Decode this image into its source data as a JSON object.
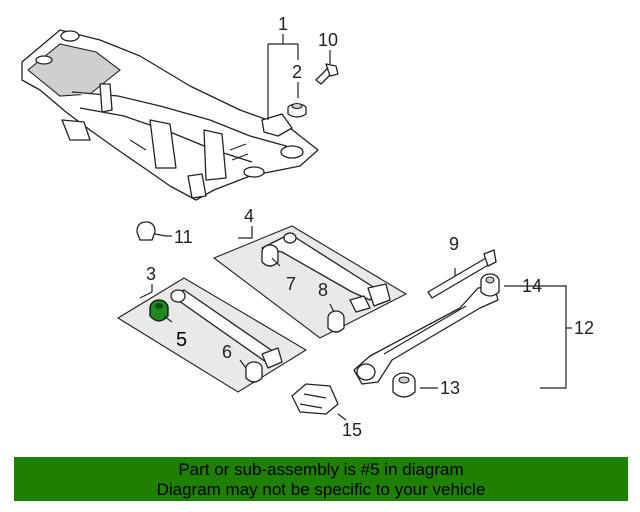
{
  "callouts": [
    {
      "id": "1",
      "text": "1"
    },
    {
      "id": "2",
      "text": "2"
    },
    {
      "id": "3",
      "text": "3"
    },
    {
      "id": "4",
      "text": "4"
    },
    {
      "id": "5",
      "text": "5"
    },
    {
      "id": "6",
      "text": "6"
    },
    {
      "id": "7",
      "text": "7"
    },
    {
      "id": "8",
      "text": "8"
    },
    {
      "id": "9",
      "text": "9"
    },
    {
      "id": "10",
      "text": "10"
    },
    {
      "id": "11",
      "text": "11"
    },
    {
      "id": "12",
      "text": "12"
    },
    {
      "id": "13",
      "text": "13"
    },
    {
      "id": "14",
      "text": "14"
    },
    {
      "id": "15",
      "text": "15"
    }
  ],
  "highlight_color": "#1f8a1f",
  "footer": {
    "line1": "Part or sub-assembly is #5 in diagram",
    "line2": "Diagram may not be specific to your vehicle",
    "background": "#1f7f00"
  }
}
